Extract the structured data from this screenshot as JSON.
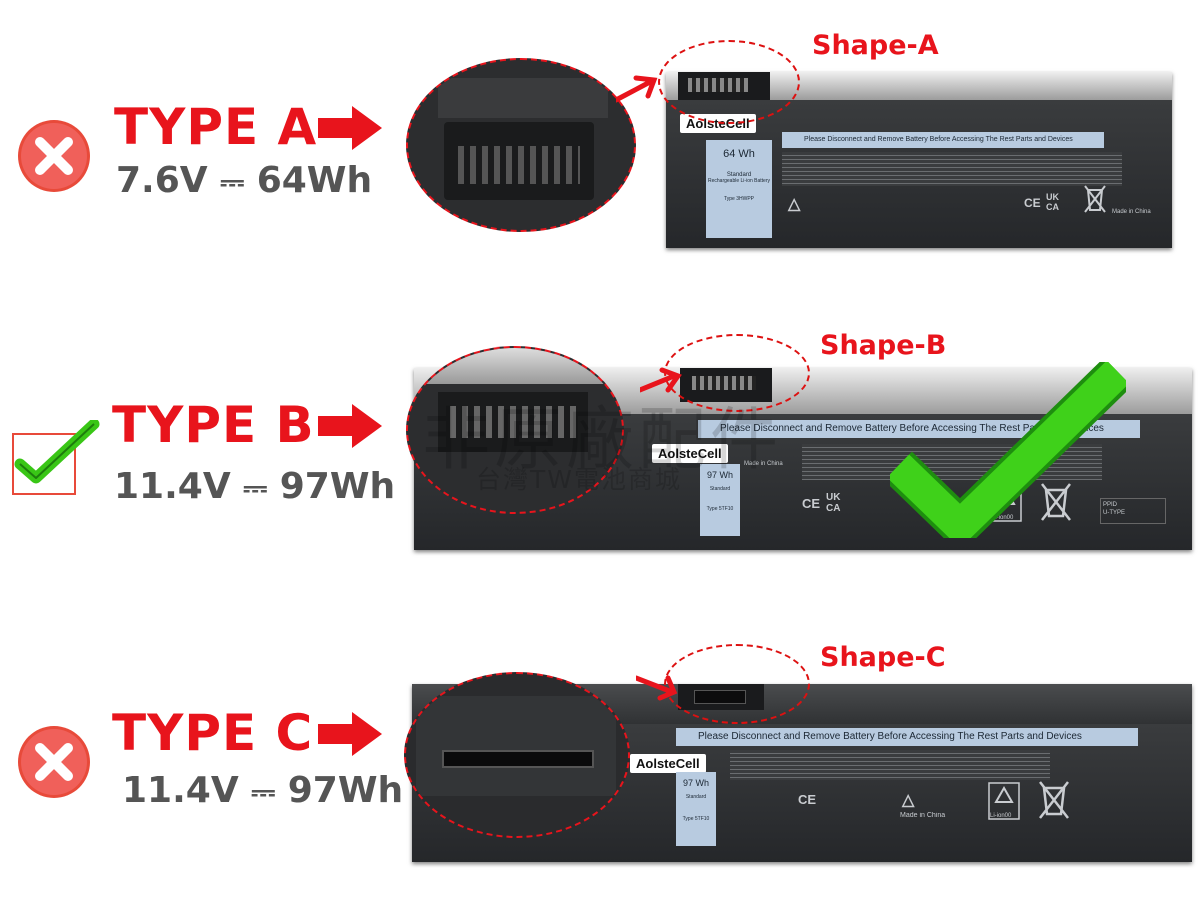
{
  "rows": [
    {
      "status": "incorrect",
      "title": "TYPE A",
      "spec": {
        "voltage": "7.6V",
        "capacity": "64Wh"
      },
      "shape_label": "Shape-A",
      "battery": {
        "brand": "AolsteCell",
        "capacity_label": "64 Wh",
        "warning": "Please Disconnect and Remove Battery Before Accessing The Rest Parts and Devices",
        "label_standard": "Standard",
        "label_sub": "Rechargeable Li-ion Battery",
        "label_type": "Type 3HWPP",
        "made_in": "Made in China"
      }
    },
    {
      "status": "correct",
      "title": "TYPE B",
      "spec": {
        "voltage": "11.4V",
        "capacity": "97Wh"
      },
      "shape_label": "Shape-B",
      "battery": {
        "brand": "AolsteCell",
        "capacity_label": "97 Wh",
        "warning": "Please Disconnect and Remove Battery Before Accessing The Rest Parts and Devices",
        "label_standard": "Standard",
        "label_type": "Type 5TF10",
        "pi_label": "PPID",
        "pi_sub": "U-TYPE",
        "made_in": "Made in China",
        "recycle_text": "Li-ion00"
      },
      "watermark": {
        "main": "非原廠配件",
        "sub": "台灣TW電池商城"
      }
    },
    {
      "status": "incorrect",
      "title": "TYPE C",
      "spec": {
        "voltage": "11.4V",
        "capacity": "97Wh"
      },
      "shape_label": "Shape-C",
      "battery": {
        "brand": "AolsteCell",
        "capacity_label": "97 Wh",
        "warning": "Please Disconnect and Remove Battery Before Accessing The Rest Parts and Devices",
        "label_standard": "Standard",
        "label_type": "Type 5TF10",
        "made_in": "Made in China",
        "recycle_text": "Li-ion00"
      }
    }
  ],
  "symbols": {
    "dc": "⎓",
    "ce": "CE",
    "ukca": "UK CA"
  },
  "colors": {
    "accent_red": "#e8141c",
    "check_green": "#39c616",
    "spec_gray": "#555555",
    "label_blue": "#b8cbe0"
  },
  "icons": [
    "x-circle-icon",
    "checkbox-check-icon",
    "red-arrow-icon",
    "checkmark-icon",
    "recycle-icon",
    "weee-bin-icon",
    "ce-mark-icon"
  ]
}
